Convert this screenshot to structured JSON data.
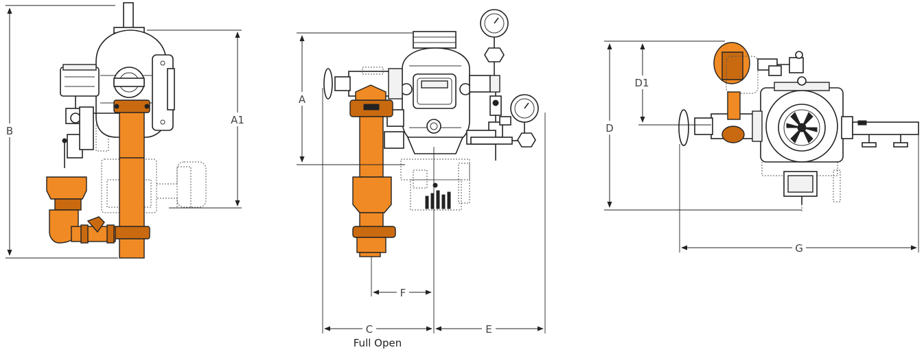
{
  "colors": {
    "accent": "#f08a24",
    "accent_dark": "#c96a10",
    "line": "#222222"
  },
  "dimensions": {
    "A": "A",
    "A1": "A1",
    "B": "B",
    "C": "C",
    "C_note": "Full Open",
    "D": "D",
    "D1": "D1",
    "E": "E",
    "F": "F",
    "G": "G"
  }
}
